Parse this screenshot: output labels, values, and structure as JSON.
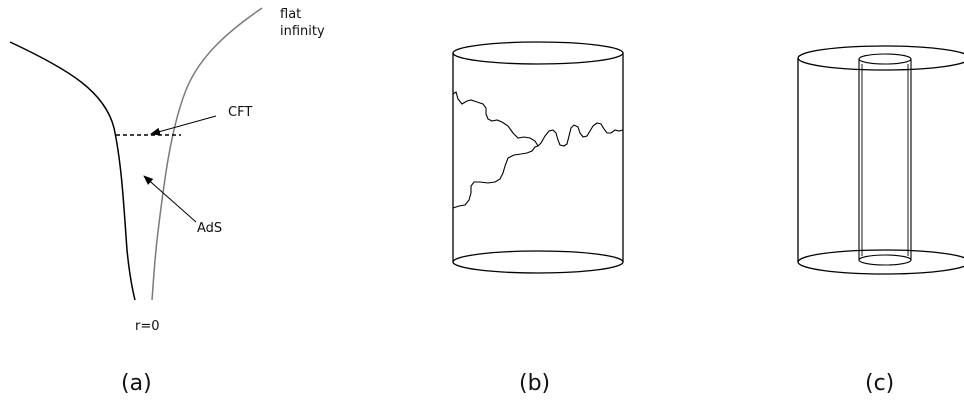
{
  "panel_a": {
    "label_flat": "flat",
    "label_infinity": "infinity",
    "label_cft": "CFT",
    "label_ads": "AdS",
    "label_r0": "r=0",
    "caption": "(a)"
  },
  "panel_b": {
    "caption": "(b)"
  },
  "panel_c": {
    "caption": "(c)"
  },
  "colors": {
    "stroke_dark": "#000000",
    "stroke_gray": "#7a7a7a"
  }
}
